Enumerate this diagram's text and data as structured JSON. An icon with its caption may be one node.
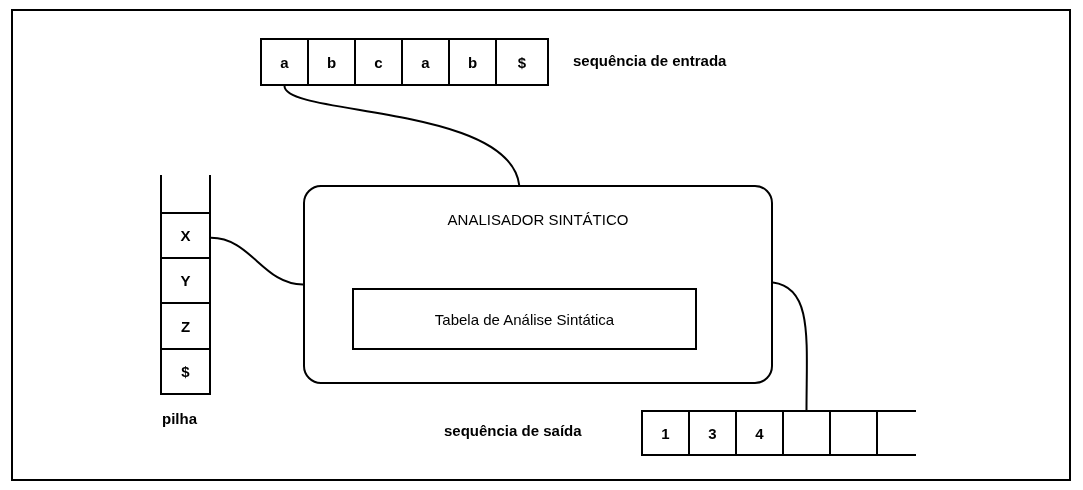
{
  "diagram": {
    "nodes": [
      {
        "text": [
          "a"
        ]
      },
      {
        "text": [
          "b"
        ]
      },
      {
        "text": [
          "c"
        ]
      },
      {
        "text": [
          "a"
        ]
      },
      {
        "text": [
          "b"
        ]
      },
      {
        "text": [
          "$"
        ]
      },
      {
        "text": [],
        "shape": "box"
      },
      {
        "text": [
          "X"
        ]
      },
      {
        "text": [
          "Y"
        ]
      },
      {
        "text": [
          "Z"
        ]
      },
      {
        "text": [
          "$"
        ]
      },
      {
        "text": [
          "ANALISADOR SINTÁTICO"
        ]
      },
      {
        "text": [
          "Tabela de Análise Sintática"
        ],
        "in": 11
      },
      {
        "text": [
          "1"
        ]
      },
      {
        "text": [
          "3"
        ]
      },
      {
        "text": [
          "4"
        ]
      },
      {
        "text": [],
        "shape": "box"
      },
      {
        "text": [],
        "shape": "box"
      },
      {
        "text": [],
        "shape": "box"
      }
    ],
    "edges": [
      {
        "from": 0,
        "to": 11,
        "arrow": "none"
      },
      {
        "from": 7,
        "to": 11,
        "arrow": "none"
      },
      {
        "from": 11,
        "to": 16,
        "arrow": "none"
      }
    ],
    "labels": [
      "sequência de entrada",
      "pilha",
      "sequência de saída"
    ]
  }
}
